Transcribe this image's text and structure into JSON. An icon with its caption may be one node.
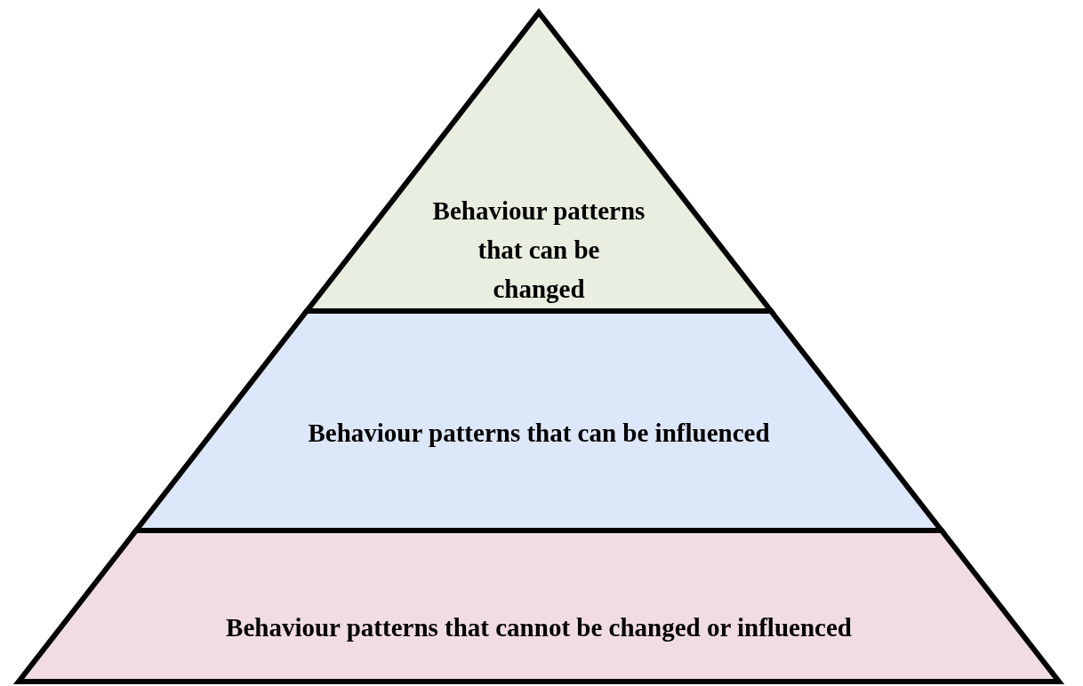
{
  "diagram": {
    "nodes": [
      {
        "text": [
          "Behaviour patterns that can be changed"
        ]
      },
      {
        "text": [
          "Behaviour patterns that can be influenced"
        ]
      },
      {
        "text": [
          "Behaviour patterns that cannot be changed or influenced"
        ]
      }
    ]
  }
}
